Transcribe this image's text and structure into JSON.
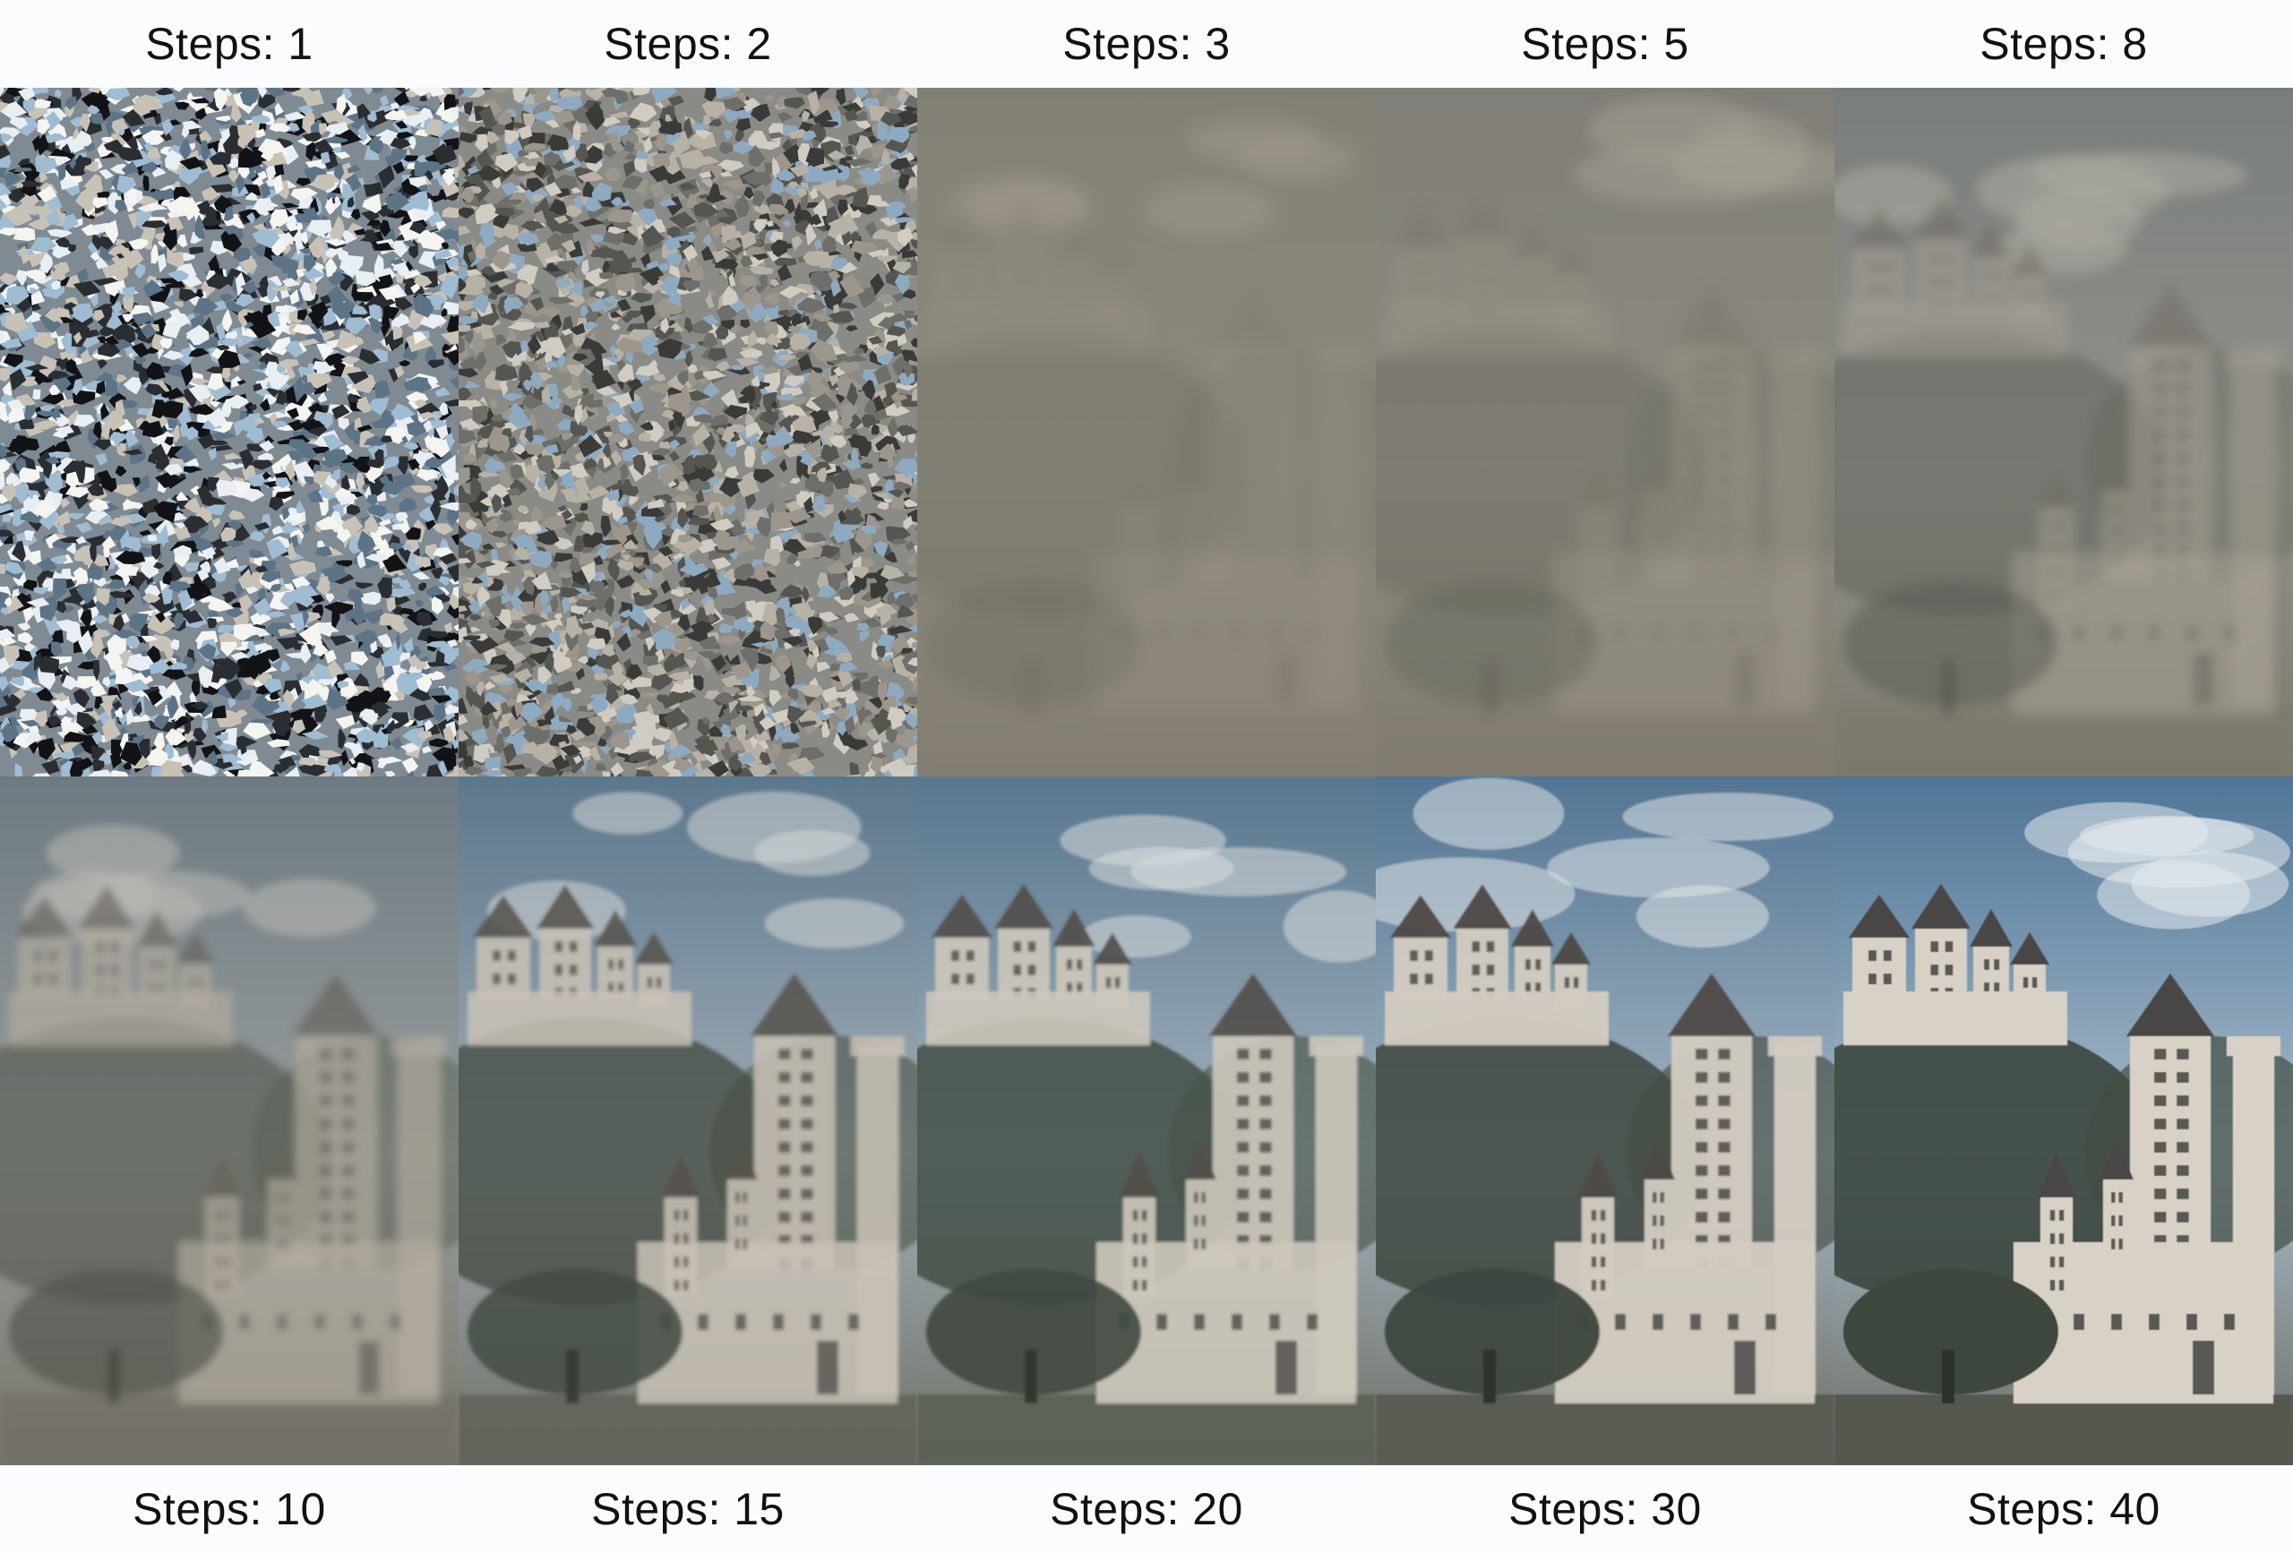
{
  "top_labels": [
    "Steps: 1",
    "Steps: 2",
    "Steps: 3",
    "Steps: 5",
    "Steps: 8"
  ],
  "bottom_labels": [
    "Steps: 10",
    "Steps: 15",
    "Steps: 20",
    "Steps: 30",
    "Steps: 40"
  ],
  "panels": [
    {
      "steps": 1,
      "content": "noise"
    },
    {
      "steps": 2,
      "content": "noise"
    },
    {
      "steps": 3,
      "content": "castle"
    },
    {
      "steps": 5,
      "content": "castle"
    },
    {
      "steps": 8,
      "content": "castle"
    },
    {
      "steps": 10,
      "content": "castle"
    },
    {
      "steps": 15,
      "content": "castle"
    },
    {
      "steps": 20,
      "content": "castle"
    },
    {
      "steps": 30,
      "content": "castle"
    },
    {
      "steps": 40,
      "content": "castle"
    }
  ],
  "colors": {
    "background": "#fbfcfd",
    "noise_light": "#c9d6e0",
    "noise_blue": "#8fb0c8",
    "noise_dark": "#1d2024",
    "fog": "#8c8678",
    "sky": "#4f7596",
    "castle": "#d8d2c6",
    "trees": "#3c463e",
    "roof": "#4a4744"
  }
}
